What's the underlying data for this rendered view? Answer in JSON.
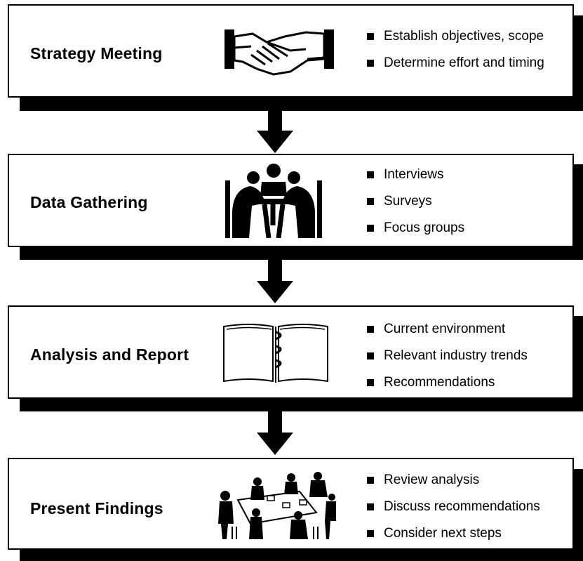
{
  "stages": [
    {
      "title": "Strategy Meeting",
      "icon": "handshake-icon",
      "bullets": [
        "Establish objectives, scope",
        "Determine effort and timing"
      ]
    },
    {
      "title": "Data Gathering",
      "icon": "meeting-people-icon",
      "bullets": [
        "Interviews",
        "Surveys",
        "Focus groups"
      ]
    },
    {
      "title": "Analysis and Report",
      "icon": "open-binder-icon",
      "bullets": [
        "Current environment",
        "Relevant industry trends",
        "Recommendations"
      ]
    },
    {
      "title": "Present Findings",
      "icon": "conference-table-icon",
      "bullets": [
        "Review analysis",
        "Discuss recommendations",
        "Consider next steps"
      ]
    }
  ],
  "colors": {
    "ink": "#000000",
    "paper": "#ffffff"
  }
}
